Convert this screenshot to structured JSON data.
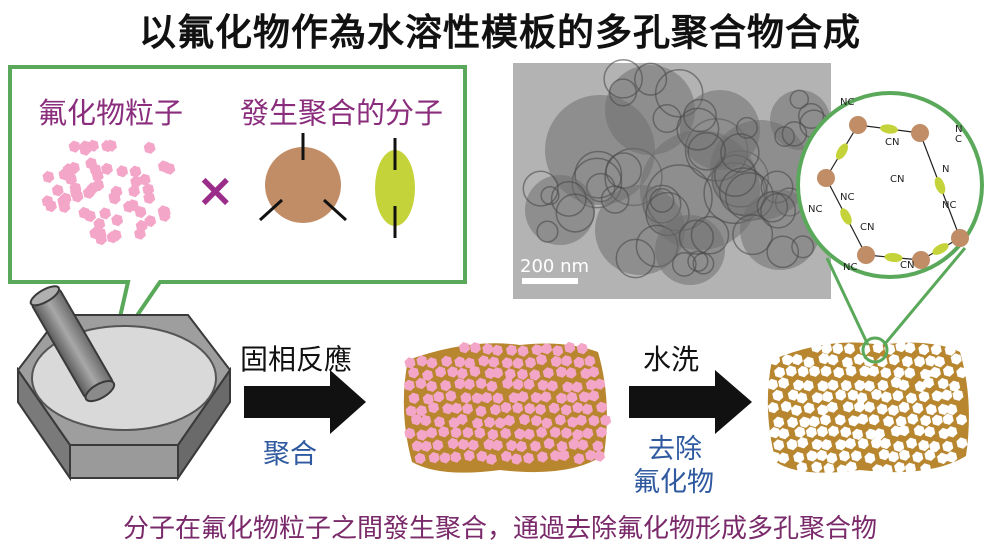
{
  "title": "以氟化物作為水溶性模板的多孔聚合物合成",
  "inset": {
    "fluoride_label": "氟化物粒子",
    "molecules_label": "發生聚合的分子",
    "times_symbol": "×"
  },
  "process": {
    "step1_top": "固相反應",
    "step1_bottom": "聚合",
    "step2_top": "水洗",
    "step2_bottom_line1": "去除",
    "step2_bottom_line2": "氟化物"
  },
  "micrograph": {
    "scale_bar_label": "200 nm"
  },
  "structure_labels": {
    "nc": "NC",
    "cn": "CN",
    "n": "N",
    "c": "C"
  },
  "caption": "分子在氟化物粒子之間發生聚合，通過去除氟化物形成多孔聚合物",
  "colors": {
    "green_border": "#5aa85a",
    "pink_particle": "#f4a6c8",
    "brown_molecule": "#c08d66",
    "yellow_green_molecule": "#c5d33a",
    "polymer_brown": "#b8862e",
    "purple_text": "#8b2d7d",
    "blue_text": "#2f5aa0"
  }
}
